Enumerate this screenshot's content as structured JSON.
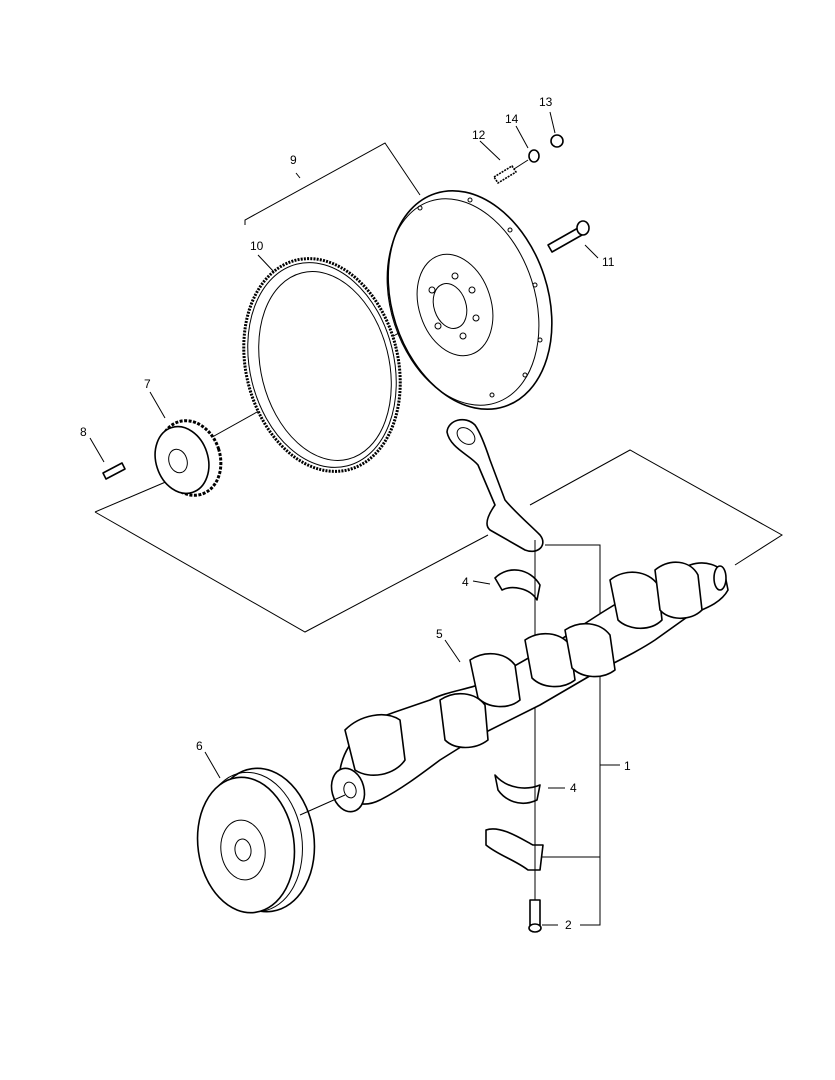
{
  "diagram": {
    "callouts": [
      {
        "id": "c1",
        "label": "1"
      },
      {
        "id": "c2",
        "label": "2"
      },
      {
        "id": "c4a",
        "label": "4"
      },
      {
        "id": "c4b",
        "label": "4"
      },
      {
        "id": "c5",
        "label": "5"
      },
      {
        "id": "c6",
        "label": "6"
      },
      {
        "id": "c7",
        "label": "7"
      },
      {
        "id": "c8",
        "label": "8"
      },
      {
        "id": "c9",
        "label": "9"
      },
      {
        "id": "c10",
        "label": "10"
      },
      {
        "id": "c11",
        "label": "11"
      },
      {
        "id": "c12",
        "label": "12"
      },
      {
        "id": "c13",
        "label": "13"
      },
      {
        "id": "c14",
        "label": "14"
      }
    ]
  },
  "colors": {
    "line": "#000000",
    "background": "#ffffff"
  }
}
